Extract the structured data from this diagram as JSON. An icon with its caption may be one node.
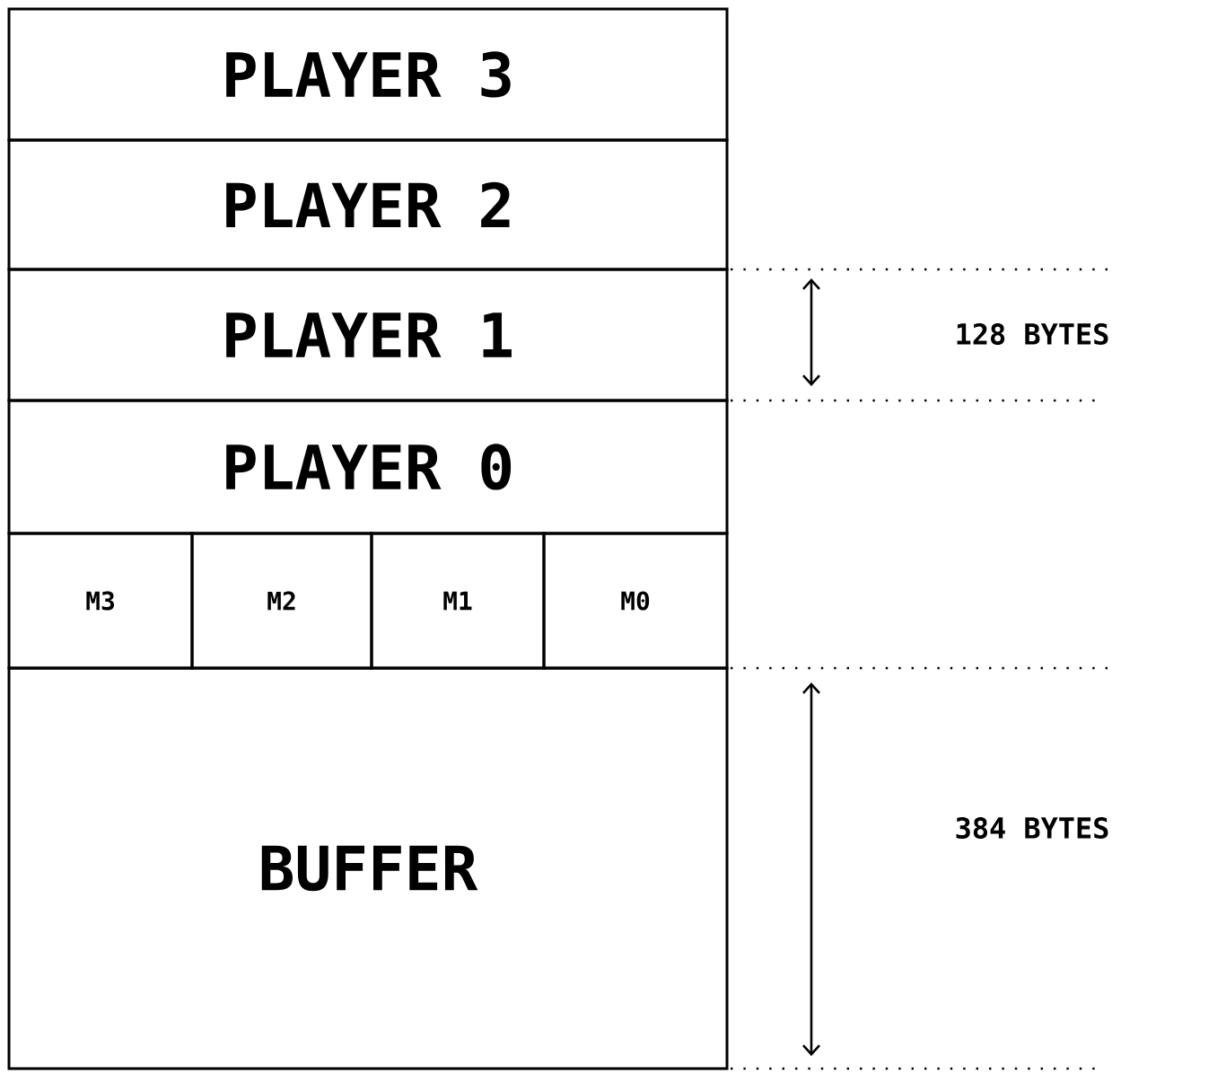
{
  "diagram": {
    "nodes": [
      {
        "text": [
          "PLAYER 3"
        ]
      },
      {
        "text": [
          "PLAYER 2"
        ]
      },
      {
        "text": [
          "PLAYER 1"
        ]
      },
      {
        "text": [
          "PLAYER 0"
        ]
      },
      {
        "text": [
          "M3"
        ]
      },
      {
        "text": [
          "M2"
        ]
      },
      {
        "text": [
          "M1"
        ]
      },
      {
        "text": [
          "M0"
        ]
      },
      {
        "text": [
          "BUFFER"
        ]
      }
    ],
    "labels": [
      "128 BYTES",
      "384 BYTES"
    ]
  }
}
